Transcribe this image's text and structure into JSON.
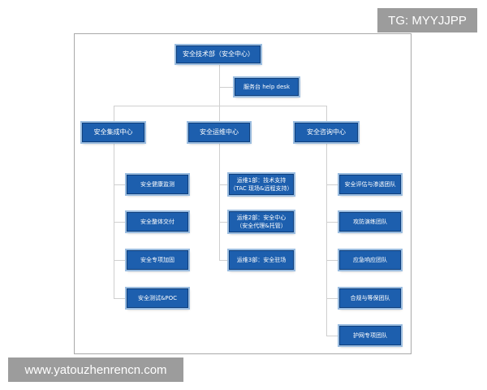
{
  "watermarks": {
    "tg": "TG: MYYJJPP",
    "site": "www.yatouzhenrencn.com"
  },
  "org": {
    "root": "安全技术部（安全中心）",
    "helpdesk": "服务台 help desk",
    "groups": [
      {
        "name": "安全集成中心",
        "children": [
          "安全健康监测",
          "安全整体交付",
          "安全专项加固",
          "安全测试&POC"
        ]
      },
      {
        "name": "安全运维中心",
        "children": [
          {
            "line1": "运维1部：技术支持",
            "line2": "（TAC 现场&远程支持）"
          },
          {
            "line1": "运维2部：安全中心",
            "line2": "（安全代理&托管）"
          },
          {
            "line1": "运维3部：安全驻场",
            "line2": ""
          }
        ]
      },
      {
        "name": "安全咨询中心",
        "children": [
          "安全评估与渗透团队",
          "攻防演练团队",
          "应急响应团队",
          "合规与等保团队",
          "护网专项团队"
        ]
      }
    ]
  },
  "colors": {
    "box_fill": "#1d5fae",
    "box_glow": "#9bbde0",
    "connector": "#cfcfcf"
  }
}
